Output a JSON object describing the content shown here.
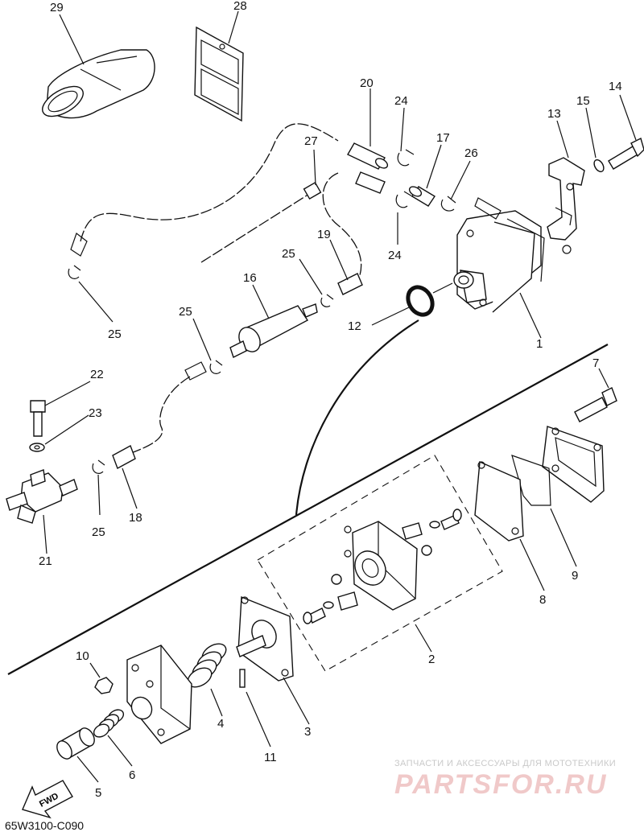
{
  "diagram": {
    "callouts": {
      "n1": "1",
      "n2": "2",
      "n3": "3",
      "n4": "4",
      "n5": "5",
      "n6": "6",
      "n7": "7",
      "n8": "8",
      "n9": "9",
      "n10": "10",
      "n11": "11",
      "n12": "12",
      "n13": "13",
      "n14": "14",
      "n15": "15",
      "n16": "16",
      "n17": "17",
      "n18": "18",
      "n19": "19",
      "n20": "20",
      "n21": "21",
      "n22": "22",
      "n23": "23",
      "n24a": "24",
      "n24b": "24",
      "n25a": "25",
      "n25b": "25",
      "n25c": "25",
      "n25d": "25",
      "n26": "26",
      "n27": "27",
      "n28": "28",
      "n29": "29"
    },
    "fwd_label": "FWD",
    "diagram_code": "65W3100-C090"
  },
  "watermark": {
    "tagline": "ЗАПЧАСТИ И АКСЕССУАРЫ ДЛЯ МОТОТЕХНИКИ",
    "logo": "PARTSFOR.RU"
  }
}
